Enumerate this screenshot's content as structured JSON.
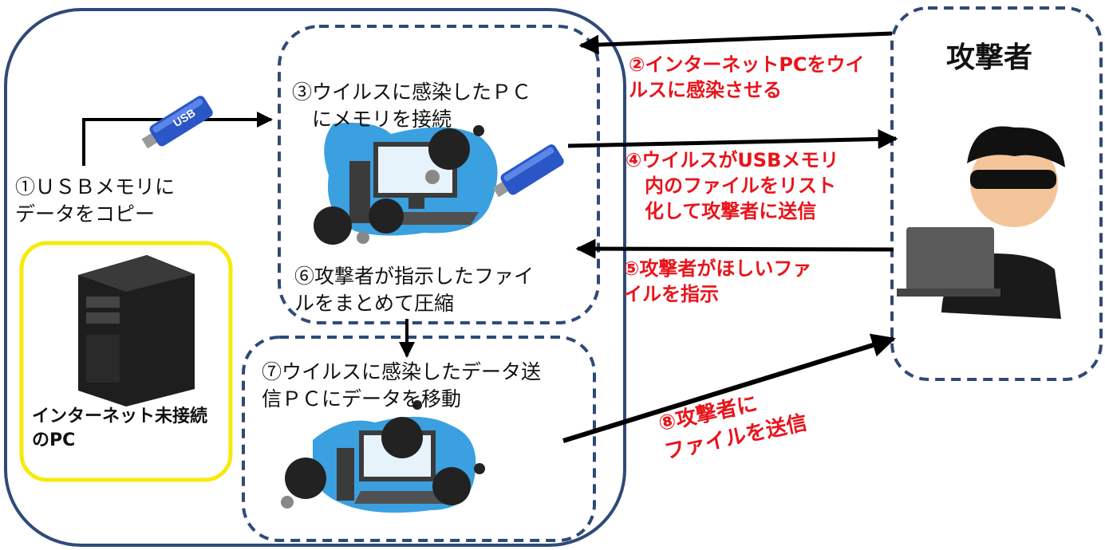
{
  "attacker_title": "攻撃者",
  "steps": {
    "s1": "①ＵＳＢメモリに\nデータをコピー",
    "s3": "③ウイルスに感染したＰＣ\n　にメモリを接続",
    "s6": "⑥攻撃者が指示したファイ\nルをまとめて圧縮",
    "s7": "⑦ウイルスに感染したデータ送\n信ＰＣにデータを移動"
  },
  "attacker_steps": {
    "s2": "②インターネットPCをウイ\nルスに感染させる",
    "s4": "④ウイルスがUSBメモリ\n　内のファイルをリスト\n　化して攻撃者に送信",
    "s5": "⑤攻撃者がほしいファ\nイルを指示",
    "s8": "⑧攻撃者に\nファイルを送信"
  },
  "offline_pc_label": "インターネット未接続\nのPC",
  "usb_label": "USB",
  "colors": {
    "frame": "#2f4a78",
    "dashed": "#2f4a78",
    "highlight": "#f7ea0c",
    "accent_red": "#e8141b",
    "usb_blue": "#2a56c6",
    "blob": "#3aa0e0",
    "virus": "#222222"
  }
}
